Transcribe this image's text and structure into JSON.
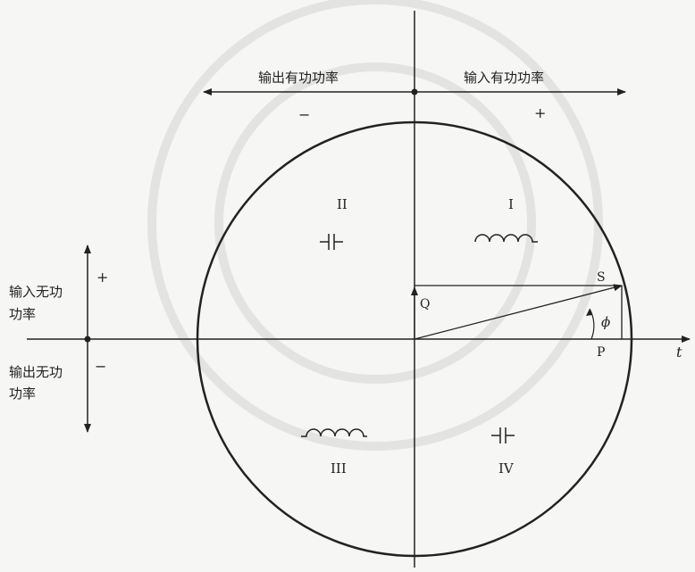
{
  "labels": {
    "output_active": "输出有功功率",
    "input_active": "输入有功功率",
    "minus_top": "−",
    "plus_top": "+",
    "input_reactive_line1": "输入无功",
    "input_reactive_line2": "功率",
    "output_reactive_line1": "输出无功",
    "output_reactive_line2": "功率",
    "plus_left": "+",
    "minus_left": "−",
    "quadrant_1": "I",
    "quadrant_2": "II",
    "quadrant_3": "III",
    "quadrant_4": "IV",
    "point_S": "S",
    "point_Q": "Q",
    "point_P": "P",
    "angle_phi": "ϕ",
    "axis_t": "t"
  },
  "icons": {
    "capacitor": "capacitor-icon",
    "inductor": "inductor-icon"
  },
  "colors": {
    "ink": "#222222",
    "paper": "#f6f6f4"
  }
}
